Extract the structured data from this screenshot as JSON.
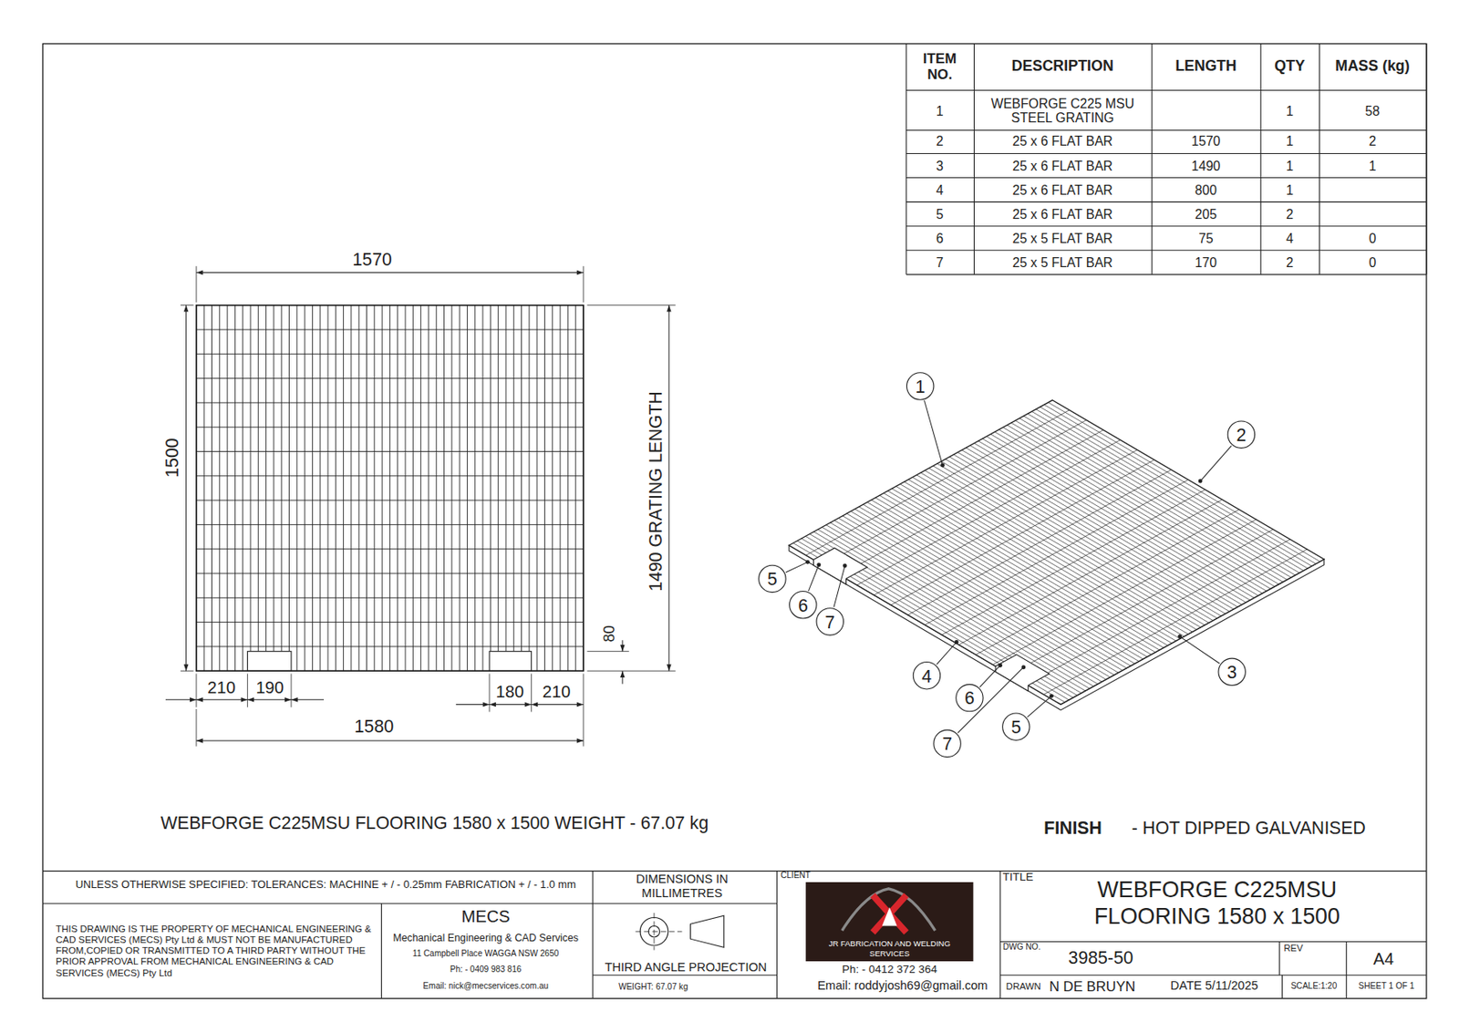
{
  "diagram": {
    "title": "WEBFORGE C225MSU FLOORING 1580 x 1500",
    "nodes": [
      {
        "text": [
          "1"
        ]
      },
      {
        "text": [
          "2"
        ]
      },
      {
        "text": [
          "5"
        ]
      },
      {
        "text": [
          "6"
        ]
      },
      {
        "text": [
          "7"
        ]
      },
      {
        "text": [
          "4"
        ]
      },
      {
        "text": [
          "6"
        ]
      },
      {
        "text": [
          "3"
        ]
      },
      {
        "text": [
          "7"
        ]
      },
      {
        "text": [
          "5"
        ]
      }
    ],
    "labels": [
      "ITEM NO.",
      "DESCRIPTION",
      "LENGTH",
      "QTY",
      "MASS (kg)",
      "1",
      "WEBFORGE C225 MSU STEEL GRATING",
      "1",
      "58",
      "2",
      "25 x 6 FLAT BAR",
      "1570",
      "1",
      "2",
      "3",
      "25 x 6 FLAT BAR",
      "1490",
      "1",
      "1",
      "4",
      "25 x 6 FLAT BAR",
      "800",
      "1",
      "5",
      "25 x 6 FLAT BAR",
      "205",
      "2",
      "6",
      "25 x 5 FLAT BAR",
      "75",
      "4",
      "0",
      "7",
      "25 x 5 FLAT BAR",
      "170",
      "2",
      "0",
      "1570",
      "1500",
      "1490 GRATING LENGTH",
      "80",
      "210",
      "190",
      "180",
      "210",
      "1580",
      "WEBFORGE C225MSU FLOORING 1580 x 1500 WEIGHT - 67.07 kg",
      "FINISH",
      "- HOT DIPPED GALVANISED",
      "UNLESS OTHERWISE SPECIFIED: TOLERANCES: MACHINE + / - 0.25mm FABRICATION + / - 1.0 mm",
      "DIMENSIONS IN MILLIMETRES",
      "CLIENT",
      "TITLE",
      "THIS DRAWING IS THE PROPERTY OF MECHANICAL ENGINEERING & CAD SERVICES (MECS) Pty Ltd & MUST NOT BE MANUFACTURED FROM,COPIED OR TRANSMITTED TO A THIRD PARTY WITHOUT THE PRIOR APPROVAL FROM MECHANICAL ENGINEERING & CAD SERVICES (MECS) Pty Ltd",
      "MECS",
      "Mechanical Engineering & CAD Services",
      "11 Campbell Place WAGGA NSW 2650",
      "Ph: - 0409 983 816",
      "Email: nick@mecservices.com.au",
      "THIRD ANGLE PROJECTION",
      "WEIGHT: 67.07 kg",
      "JR FABRICATION AND WELDING SERVICES",
      "Ph: - 0412 372 364",
      "Email: roddyjosh69@gmail.com",
      "DWG NO.",
      "3985-50",
      "REV",
      "A4",
      "DRAWN",
      "N DE BRUYN",
      "DATE 5/11/2025",
      "SCALE:1:20",
      "SHEET 1 OF 1"
    ]
  }
}
